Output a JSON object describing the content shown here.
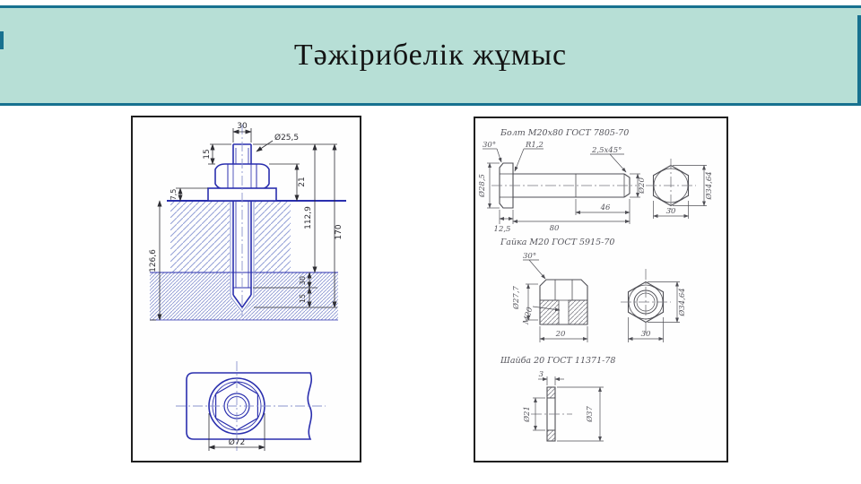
{
  "slide": {
    "title": "Тәжірибелік жұмыс"
  },
  "colors": {
    "header_bg": "#b7dfd6",
    "header_border": "#17718f",
    "drawing_blue": "#2a2fae",
    "hatch_blue": "#93a0d6",
    "dim_dark": "#2e2e34",
    "sketch_gray": "#4f4f55"
  },
  "assembly_drawing": {
    "dims": {
      "stud_width": "30",
      "dia_top": "Ø25,5",
      "protrusion": "15",
      "washer_offset": "7,5",
      "embed_depth": "126,6",
      "nut_zone": "21",
      "upper_depth": "112,9",
      "total_depth": "170",
      "tip_zone": "30",
      "tip_length": "15",
      "dia_plan": "Ø72"
    }
  },
  "detail_drawing": {
    "bolt": {
      "title": "Болт М20х80 ГОСТ 7805-70",
      "head_angle": "30°",
      "fillet": "R1,2",
      "chamfer": "2,5х45°",
      "dia_head": "Ø28,5",
      "dia_shank": "Ø20",
      "thread_length": "46",
      "length": "80",
      "head_height": "12,5",
      "across_corners": "Ø34,64",
      "across_flats": "30"
    },
    "nut": {
      "title": "Гайка М20 ГОСТ 5915-70",
      "chamfer_angle": "30°",
      "dia_chamfer": "Ø27,7",
      "thread": "М20",
      "width": "20",
      "across_flats": "30",
      "across_corners": "Ø34,64"
    },
    "washer": {
      "title": "Шайба 20 ГОСТ 11371-78",
      "thickness": "3",
      "dia_inner": "Ø21",
      "dia_outer": "Ø37"
    }
  }
}
